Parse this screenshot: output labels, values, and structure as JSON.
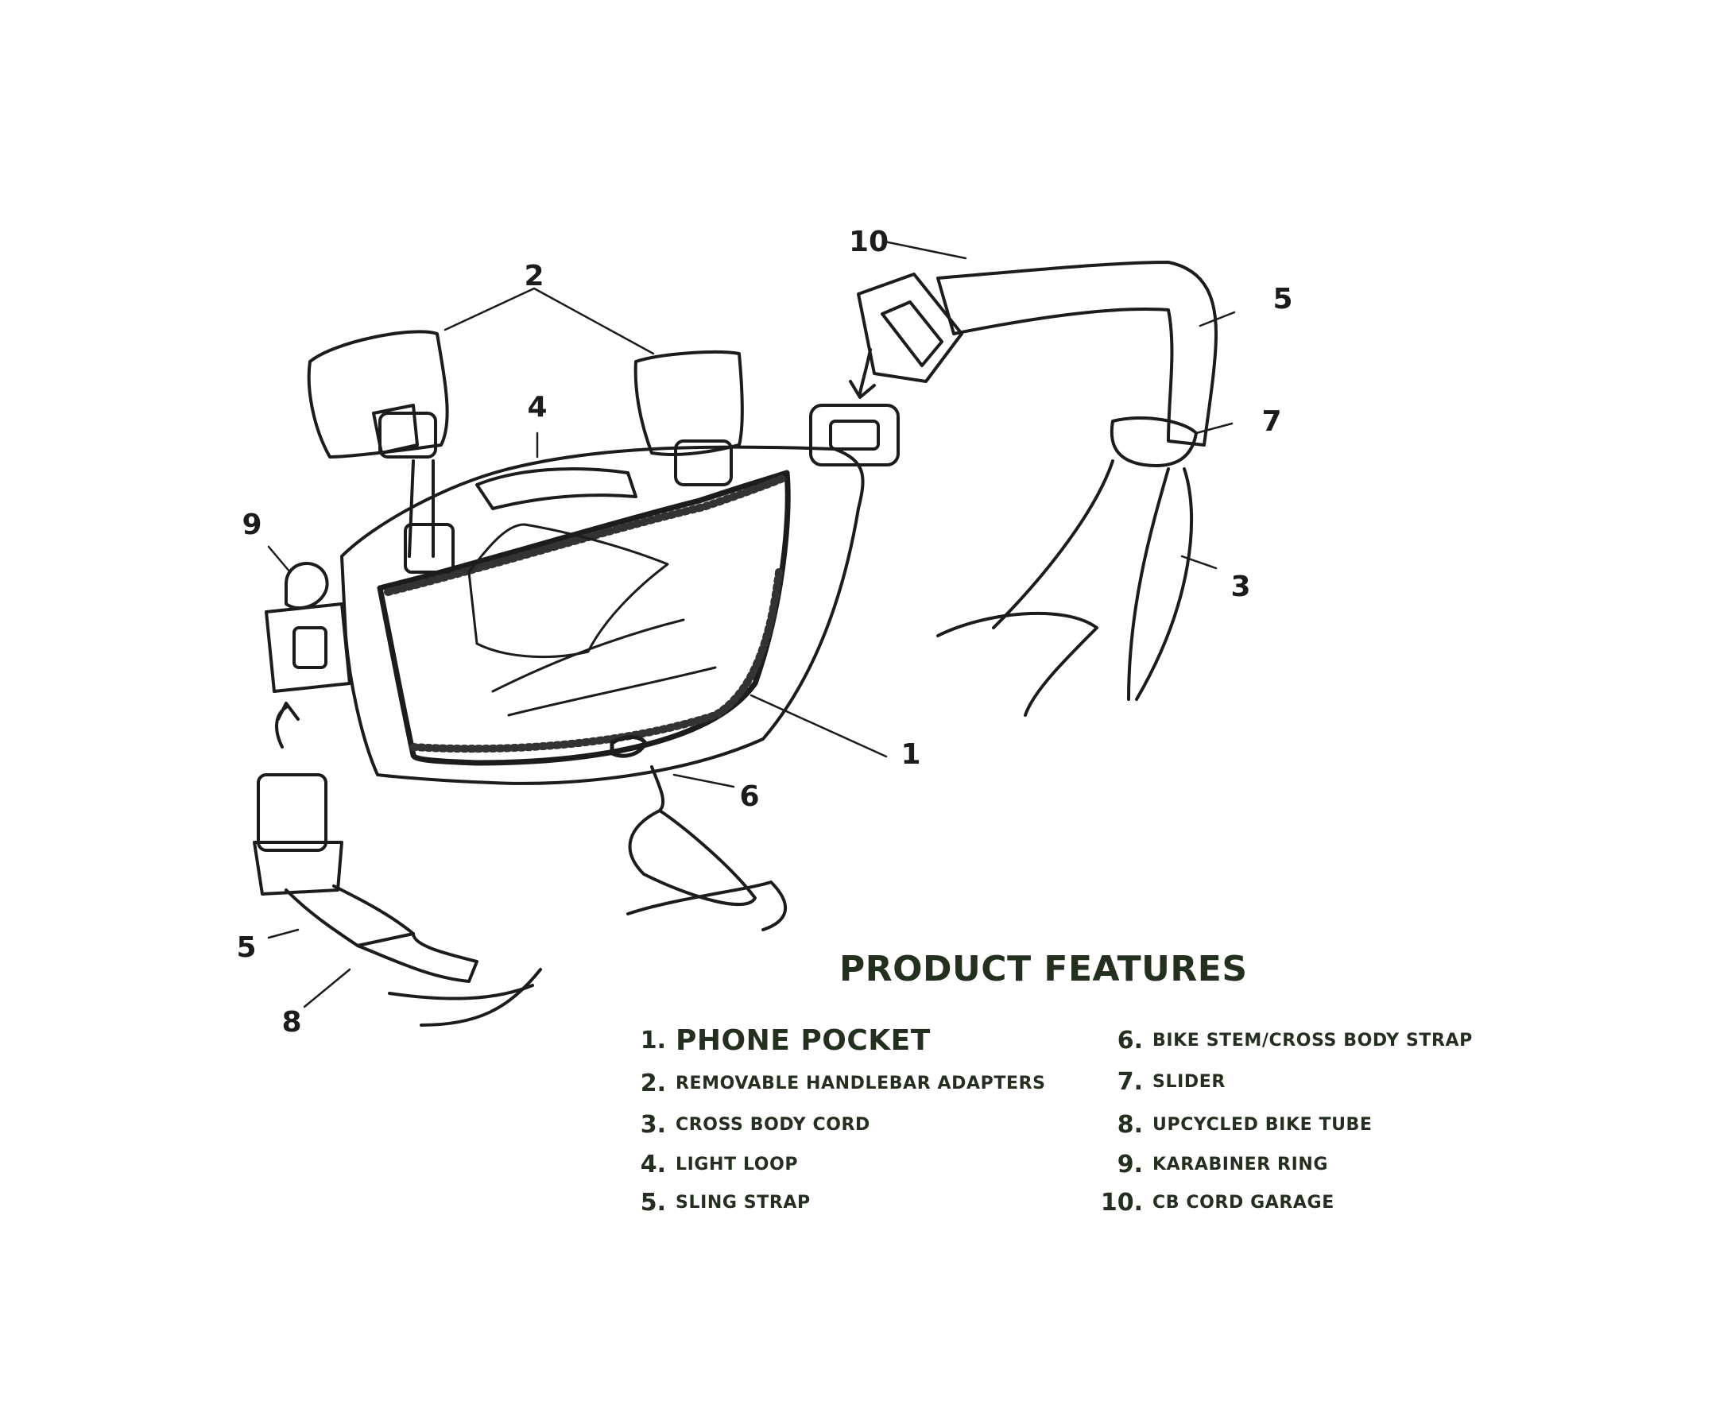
{
  "colors": {
    "ink": "#1c1c1c",
    "title": "#24301f",
    "background": "#ffffff"
  },
  "callouts": {
    "c1": "1",
    "c2": "2",
    "c3": "3",
    "c4": "4",
    "c5_top": "5",
    "c5_bottom": "5",
    "c6": "6",
    "c7": "7",
    "c8": "8",
    "c9": "9",
    "c10": "10"
  },
  "features": {
    "title": "PRODUCT FEATURES",
    "left": [
      {
        "num": "1.",
        "label": "PHONE POCKET"
      },
      {
        "num": "2.",
        "label": "REMOVABLE HANDLEBAR ADAPTERS"
      },
      {
        "num": "3.",
        "label": "CROSS BODY CORD"
      },
      {
        "num": "4.",
        "label": "LIGHT LOOP"
      },
      {
        "num": "5.",
        "label": "SLING STRAP"
      }
    ],
    "right": [
      {
        "num": "6.",
        "label": "BIKE STEM/CROSS BODY STRAP"
      },
      {
        "num": "7.",
        "label": "SLIDER"
      },
      {
        "num": "8.",
        "label": "UPCYCLED BIKE TUBE"
      },
      {
        "num": "9.",
        "label": "KARABINER RING"
      },
      {
        "num": "10.",
        "label": "CB CORD GARAGE"
      }
    ]
  }
}
